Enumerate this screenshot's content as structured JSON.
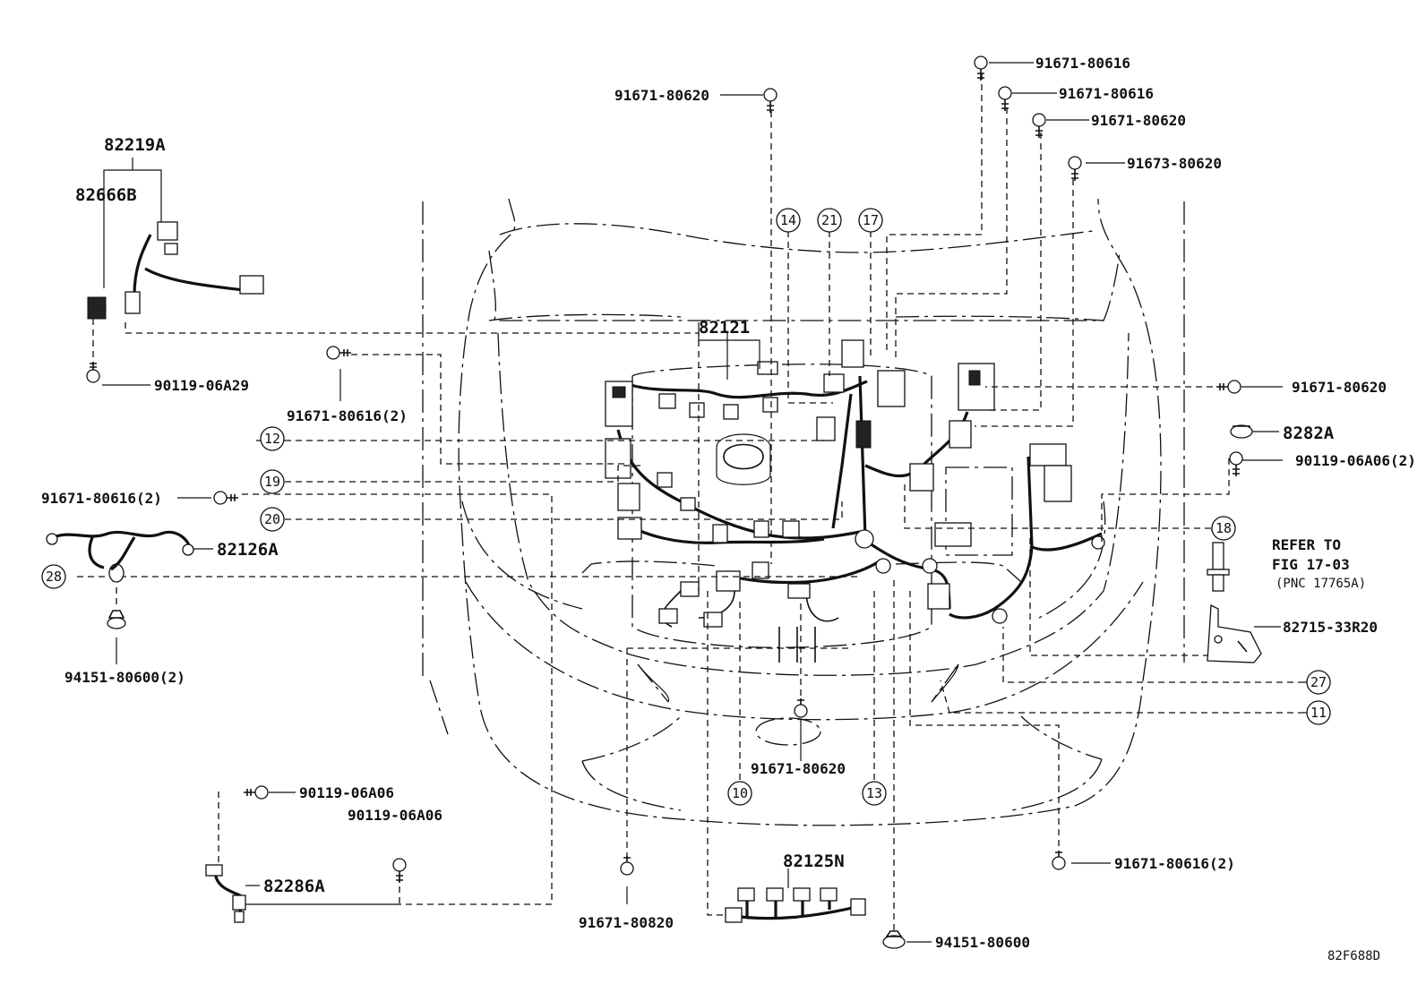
{
  "diagram_code": "82F688D",
  "refer_note": {
    "line1": "REFER TO",
    "line2": "FIG 17-03",
    "line3": "(PNC 17765A)"
  },
  "labels": {
    "p_82219A": "82219A",
    "p_82666B": "82666B",
    "p_90119_06A29": "90119-06A29",
    "p_91671_80616_2_upper": "91671-80616(2)",
    "p_91671_80616_2_left": "91671-80616(2)",
    "p_82126A": "82126A",
    "p_94151_80600_2": "94151-80600(2)",
    "p_90119_06A06_a": "90119-06A06",
    "p_90119_06A06_b": "90119-06A06",
    "p_82286A": "82286A",
    "p_91671_80820": "91671-80820",
    "p_82125N": "82125N",
    "p_94151_80600": "94151-80600",
    "p_91671_80616_2_right": "91671-80616(2)",
    "p_91671_80620_center": "91671-80620",
    "p_82121": "82121",
    "p_91671_80620_top": "91671-80620",
    "p_91671_80616_t1": "91671-80616",
    "p_91671_80616_t2": "91671-80616",
    "p_91671_80620_t3": "91671-80620",
    "p_91673_80620": "91673-80620",
    "p_91671_80620_right": "91671-80620",
    "p_8282A": "8282A",
    "p_90119_06A06_2": "90119-06A06(2)",
    "p_82715_33R20": "82715-33R20"
  },
  "callouts": {
    "c10": "10",
    "c11": "11",
    "c12": "12",
    "c13": "13",
    "c14": "14",
    "c17": "17",
    "c18": "18",
    "c19": "19",
    "c20": "20",
    "c21": "21",
    "c27": "27",
    "c28": "28"
  }
}
